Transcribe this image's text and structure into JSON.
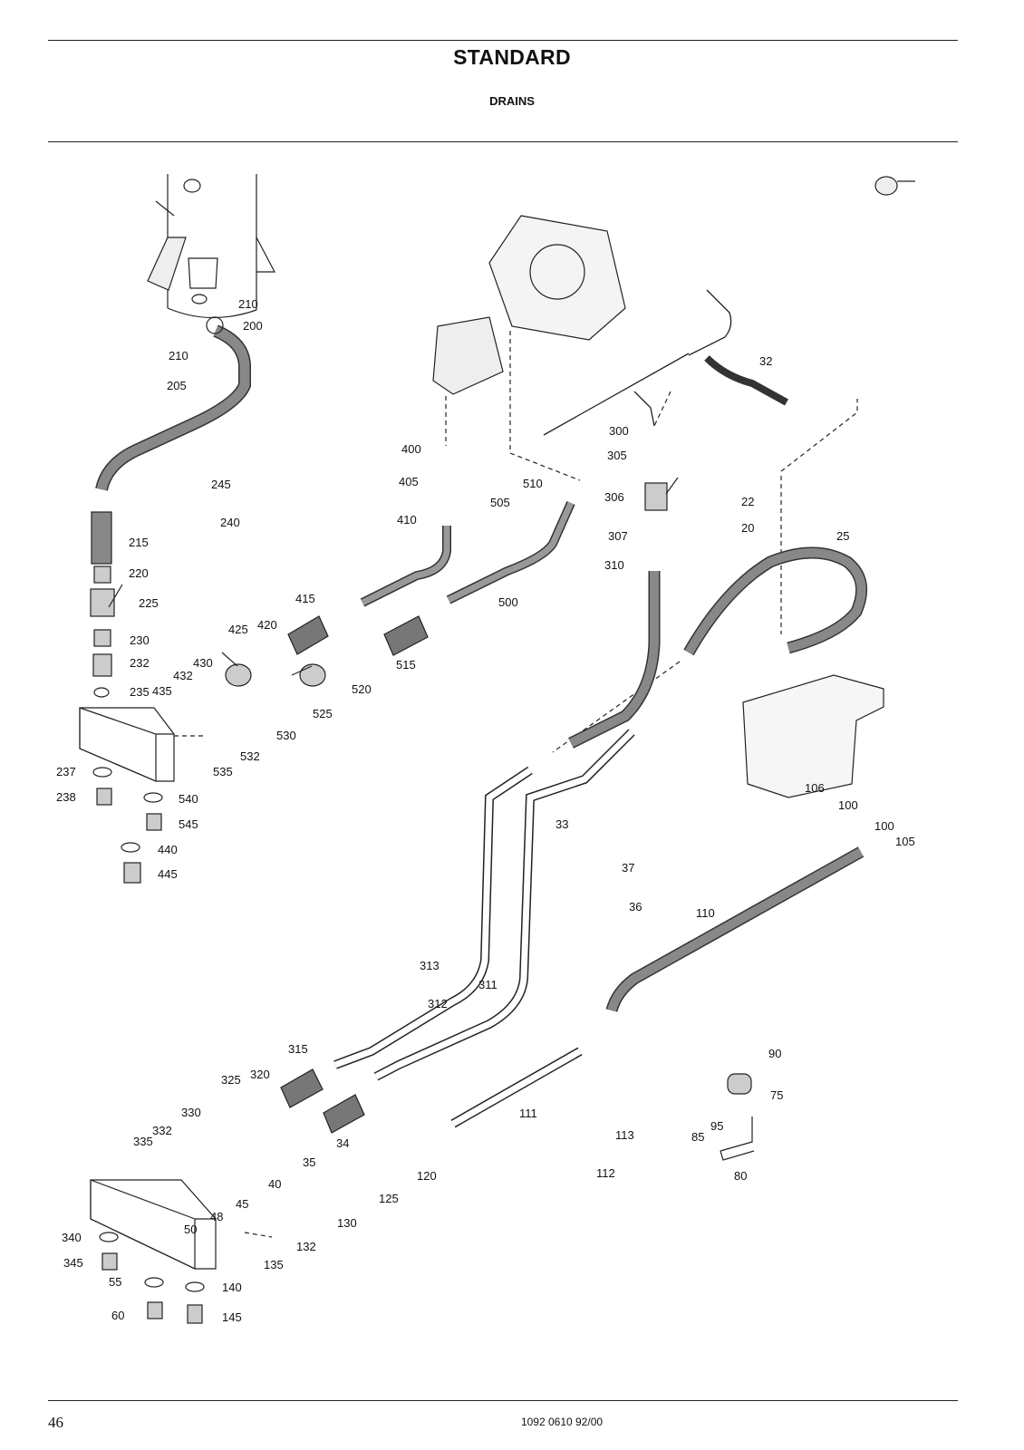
{
  "header": {
    "title": "STANDARD",
    "subtitle": "DRAINS"
  },
  "footer": {
    "page_number": "46",
    "document_number": "1092 0610 92/00"
  },
  "callouts": [
    "210",
    "200",
    "210",
    "205",
    "245",
    "240",
    "215",
    "220",
    "225",
    "230",
    "232",
    "235",
    "237",
    "238",
    "540",
    "545",
    "440",
    "445",
    "400",
    "405",
    "410",
    "415",
    "420",
    "425",
    "430",
    "432",
    "435",
    "505",
    "510",
    "500",
    "515",
    "520",
    "525",
    "530",
    "532",
    "535",
    "32",
    "300",
    "305",
    "306",
    "307",
    "310",
    "22",
    "20",
    "25",
    "33",
    "106",
    "100",
    "100",
    "105",
    "37",
    "36",
    "110",
    "313",
    "312",
    "311",
    "315",
    "325",
    "320",
    "330",
    "332",
    "335",
    "34",
    "35",
    "40",
    "45",
    "48",
    "50",
    "340",
    "345",
    "55",
    "60",
    "140",
    "145",
    "111",
    "113",
    "112",
    "120",
    "125",
    "130",
    "132",
    "135",
    "90",
    "75",
    "95",
    "85",
    "80"
  ]
}
